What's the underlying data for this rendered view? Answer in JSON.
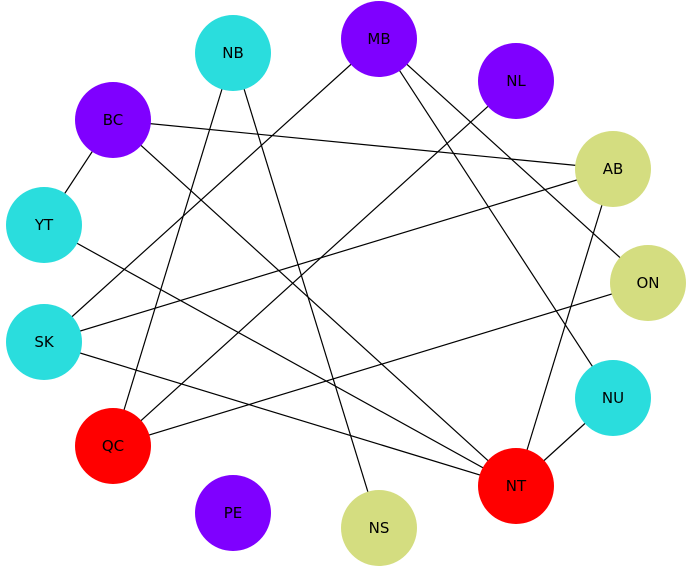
{
  "graph": {
    "colors": {
      "purple": "#7f00ff",
      "cyan": "#2adddd",
      "olive": "#d4dd80",
      "red": "#ff0000"
    },
    "nodes": [
      {
        "id": "MB",
        "label": "MB",
        "color": "#7f00ff"
      },
      {
        "id": "NL",
        "label": "NL",
        "color": "#7f00ff"
      },
      {
        "id": "AB",
        "label": "AB",
        "color": "#d4dd80"
      },
      {
        "id": "ON",
        "label": "ON",
        "color": "#d4dd80"
      },
      {
        "id": "NU",
        "label": "NU",
        "color": "#2adddd"
      },
      {
        "id": "NT",
        "label": "NT",
        "color": "#ff0000"
      },
      {
        "id": "NS",
        "label": "NS",
        "color": "#d4dd80"
      },
      {
        "id": "PE",
        "label": "PE",
        "color": "#7f00ff"
      },
      {
        "id": "QC",
        "label": "QC",
        "color": "#ff0000"
      },
      {
        "id": "SK",
        "label": "SK",
        "color": "#2adddd"
      },
      {
        "id": "YT",
        "label": "YT",
        "color": "#2adddd"
      },
      {
        "id": "BC",
        "label": "BC",
        "color": "#7f00ff"
      },
      {
        "id": "NB",
        "label": "NB",
        "color": "#2adddd"
      }
    ],
    "edges": [
      [
        "BC",
        "YT"
      ],
      [
        "BC",
        "AB"
      ],
      [
        "BC",
        "NT"
      ],
      [
        "NB",
        "QC"
      ],
      [
        "NB",
        "NS"
      ],
      [
        "MB",
        "SK"
      ],
      [
        "MB",
        "ON"
      ],
      [
        "MB",
        "NU"
      ],
      [
        "NL",
        "QC"
      ],
      [
        "AB",
        "SK"
      ],
      [
        "AB",
        "NT"
      ],
      [
        "ON",
        "QC"
      ],
      [
        "NU",
        "NT"
      ],
      [
        "YT",
        "NT"
      ],
      [
        "SK",
        "NT"
      ]
    ]
  }
}
